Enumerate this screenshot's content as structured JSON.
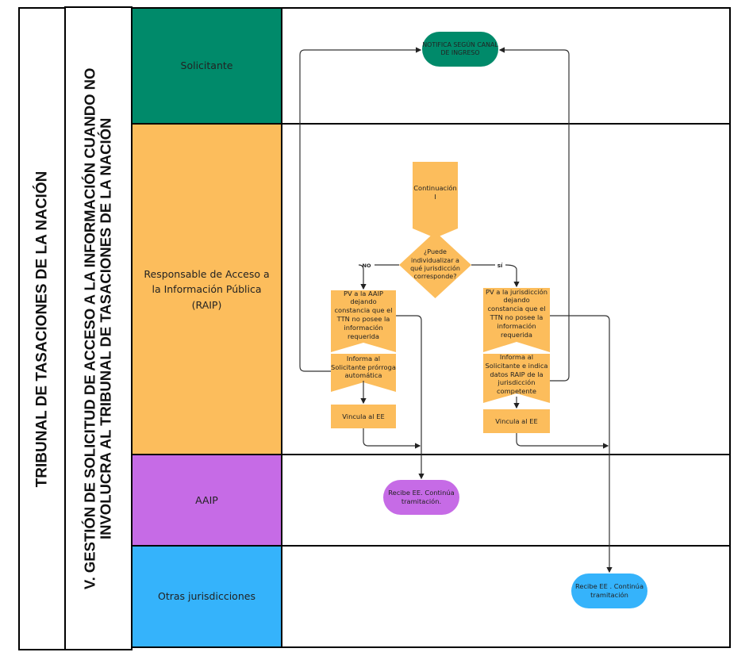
{
  "organization": "TRIBUNAL DE TASACIONES DE LA NACIÓN",
  "process_title": {
    "line1": "V. GESTIÓN DE SOLICITUD DE ACCESO A LA INFORMACIÓN CUANDO NO",
    "line2": "INVOLUCRA AL TRIBUNAL DE TASACIONES DE LA NACIÓN"
  },
  "lanes": [
    {
      "id": "solicitante",
      "label": "Solicitante",
      "color": "#008a6a"
    },
    {
      "id": "raip",
      "label": "Responsable de Acceso a la Información Pública (RAIP)",
      "color": "#fcbd5c"
    },
    {
      "id": "aaip",
      "label": "AAIP",
      "color": "#c66be6"
    },
    {
      "id": "otras",
      "label": "Otras jurisdicciones",
      "color": "#35b3fb"
    }
  ],
  "nodes": {
    "notifica": "NOTIFICA SEGÚN CANAL DE INGRESO",
    "continuacion": "Continuación I",
    "decision": "¿Puede individualizar a qué jurisdicción corresponde?",
    "pv_aaip": "PV a la AAIP dejando constancia que el TTN no posee la información requerida",
    "informa_prorroga": "Informa al Solicitante prórroga automática",
    "vincula_left": "Vincula al EE",
    "pv_jurisdiccion": "PV a la jurisdicción dejando constancia que el TTN no posee la información requerida",
    "informa_raip": "Informa al Solicitante e indica datos RAIP de la jurisdicción competente",
    "vincula_right": "Vincula al EE",
    "recibe_aaip": "Recibe EE. Continúa tramitación.",
    "recibe_otras": "Recibe EE . Continúa tramitación"
  },
  "edge_labels": {
    "no": "NO",
    "si": "sí"
  },
  "colors": {
    "orange": "#fcbd5c",
    "green": "#008a6a",
    "purple": "#c66be6",
    "blue": "#35b3fb",
    "line": "#555555"
  }
}
